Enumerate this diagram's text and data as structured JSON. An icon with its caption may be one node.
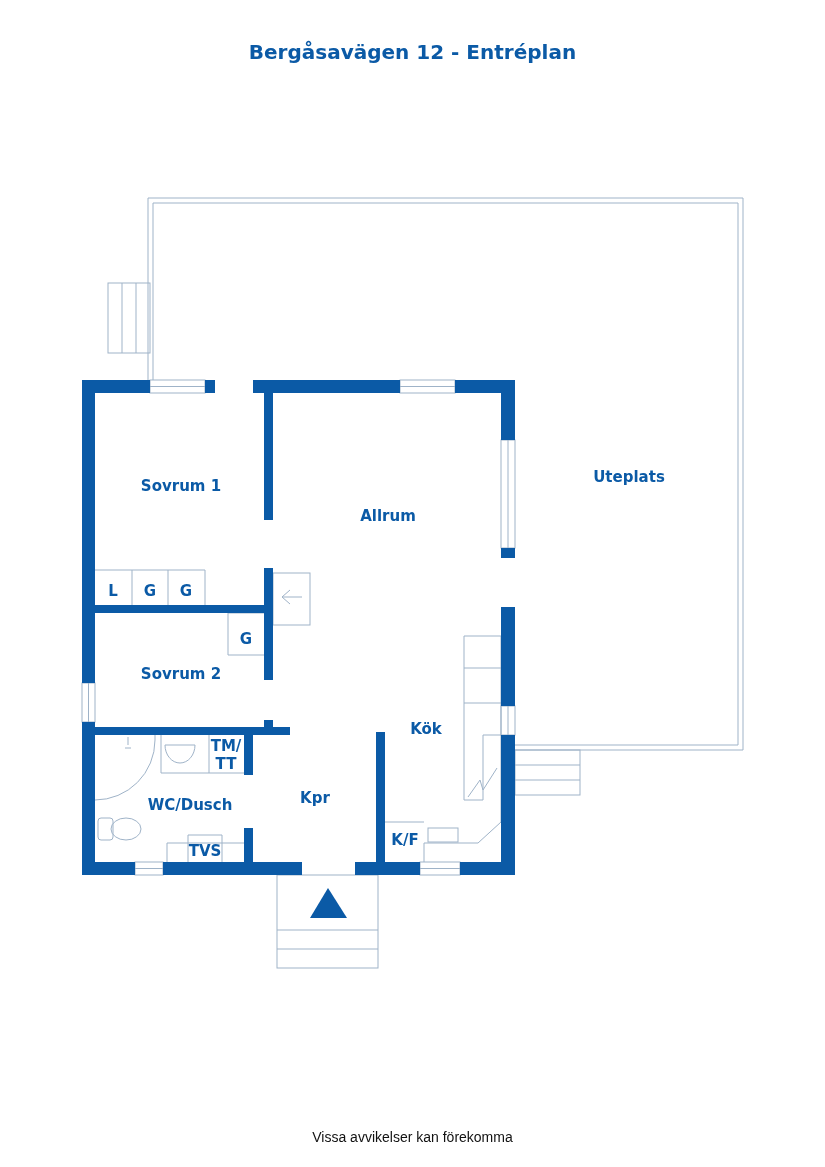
{
  "diagram": {
    "title": "Bergåsavägen 12 - Entréplan",
    "caption": "Vissa avvikelser kan förekomma",
    "labels": [
      "Sovrum 1",
      "Allrum",
      "Uteplats",
      "L",
      "G",
      "G",
      "G",
      "Sovrum 2",
      "Kök",
      "TM/ TT",
      "WC/Dusch",
      "Kpr",
      "TVS",
      "K/F"
    ]
  }
}
